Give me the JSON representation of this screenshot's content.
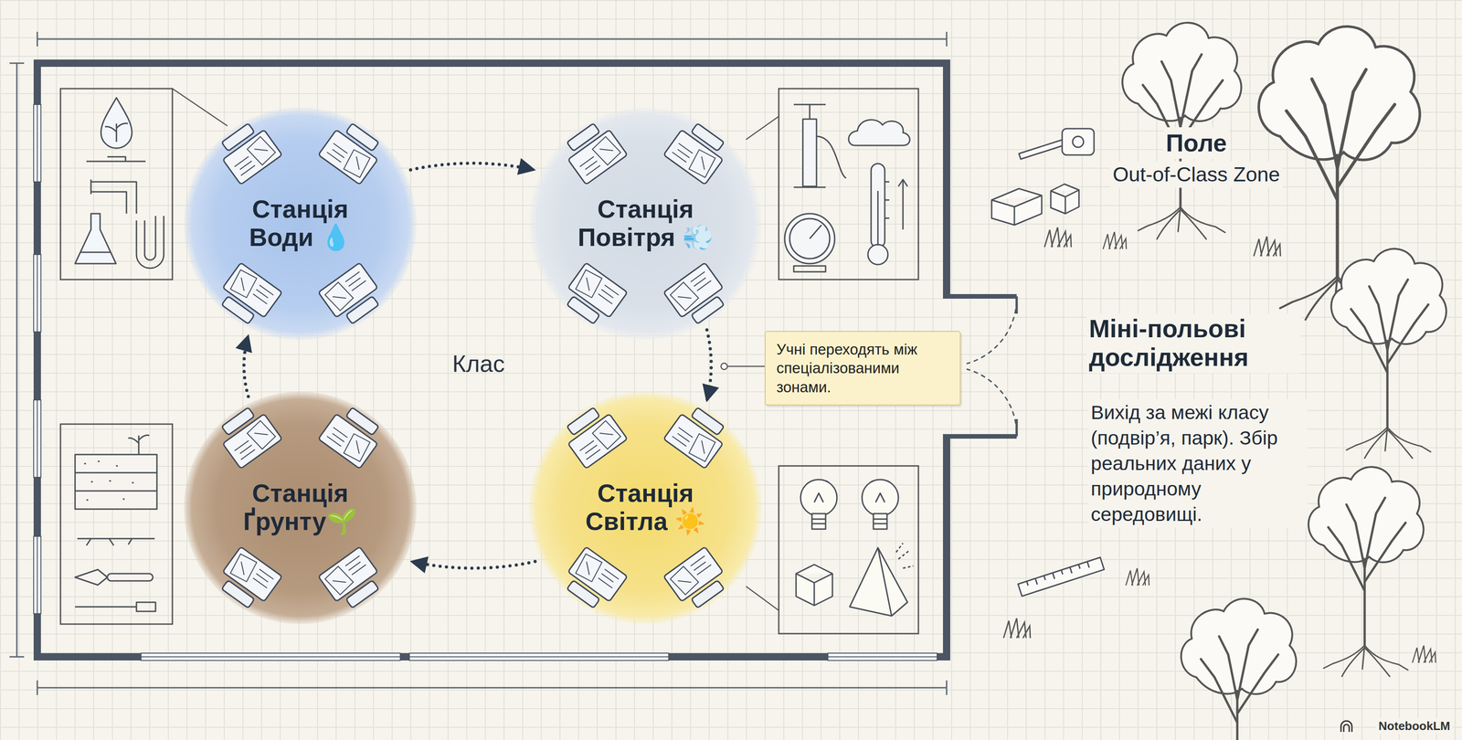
{
  "diagram": {
    "nodes": [
      {
        "text": [
          "Клас"
        ]
      },
      {
        "text": [
          "Станція Води 💧"
        ],
        "in": 0
      },
      {
        "text": [
          "Станція Повітря 💨"
        ],
        "in": 0
      },
      {
        "text": [
          "Станція Ґрунту🌱"
        ],
        "in": 0
      },
      {
        "text": [
          "Станція Світла ☀️"
        ],
        "in": 0
      },
      {
        "text": [
          "Учні переходять між спеціалізованими зонами."
        ]
      }
    ],
    "edges": [
      {
        "from": 1,
        "to": 2,
        "arrow": "to"
      },
      {
        "from": 2,
        "to": 4,
        "arrow": "to"
      },
      {
        "from": 4,
        "to": 3,
        "arrow": "to"
      },
      {
        "from": 3,
        "to": 1,
        "arrow": "to"
      }
    ],
    "labels": [
      "Поле",
      "Out-of-Class Zone",
      "Міні-польові дослідження",
      "Вихід за межі класу (подвір’я, парк). Збір реальних даних у природному середовищі.",
      "NotebookLM"
    ]
  }
}
